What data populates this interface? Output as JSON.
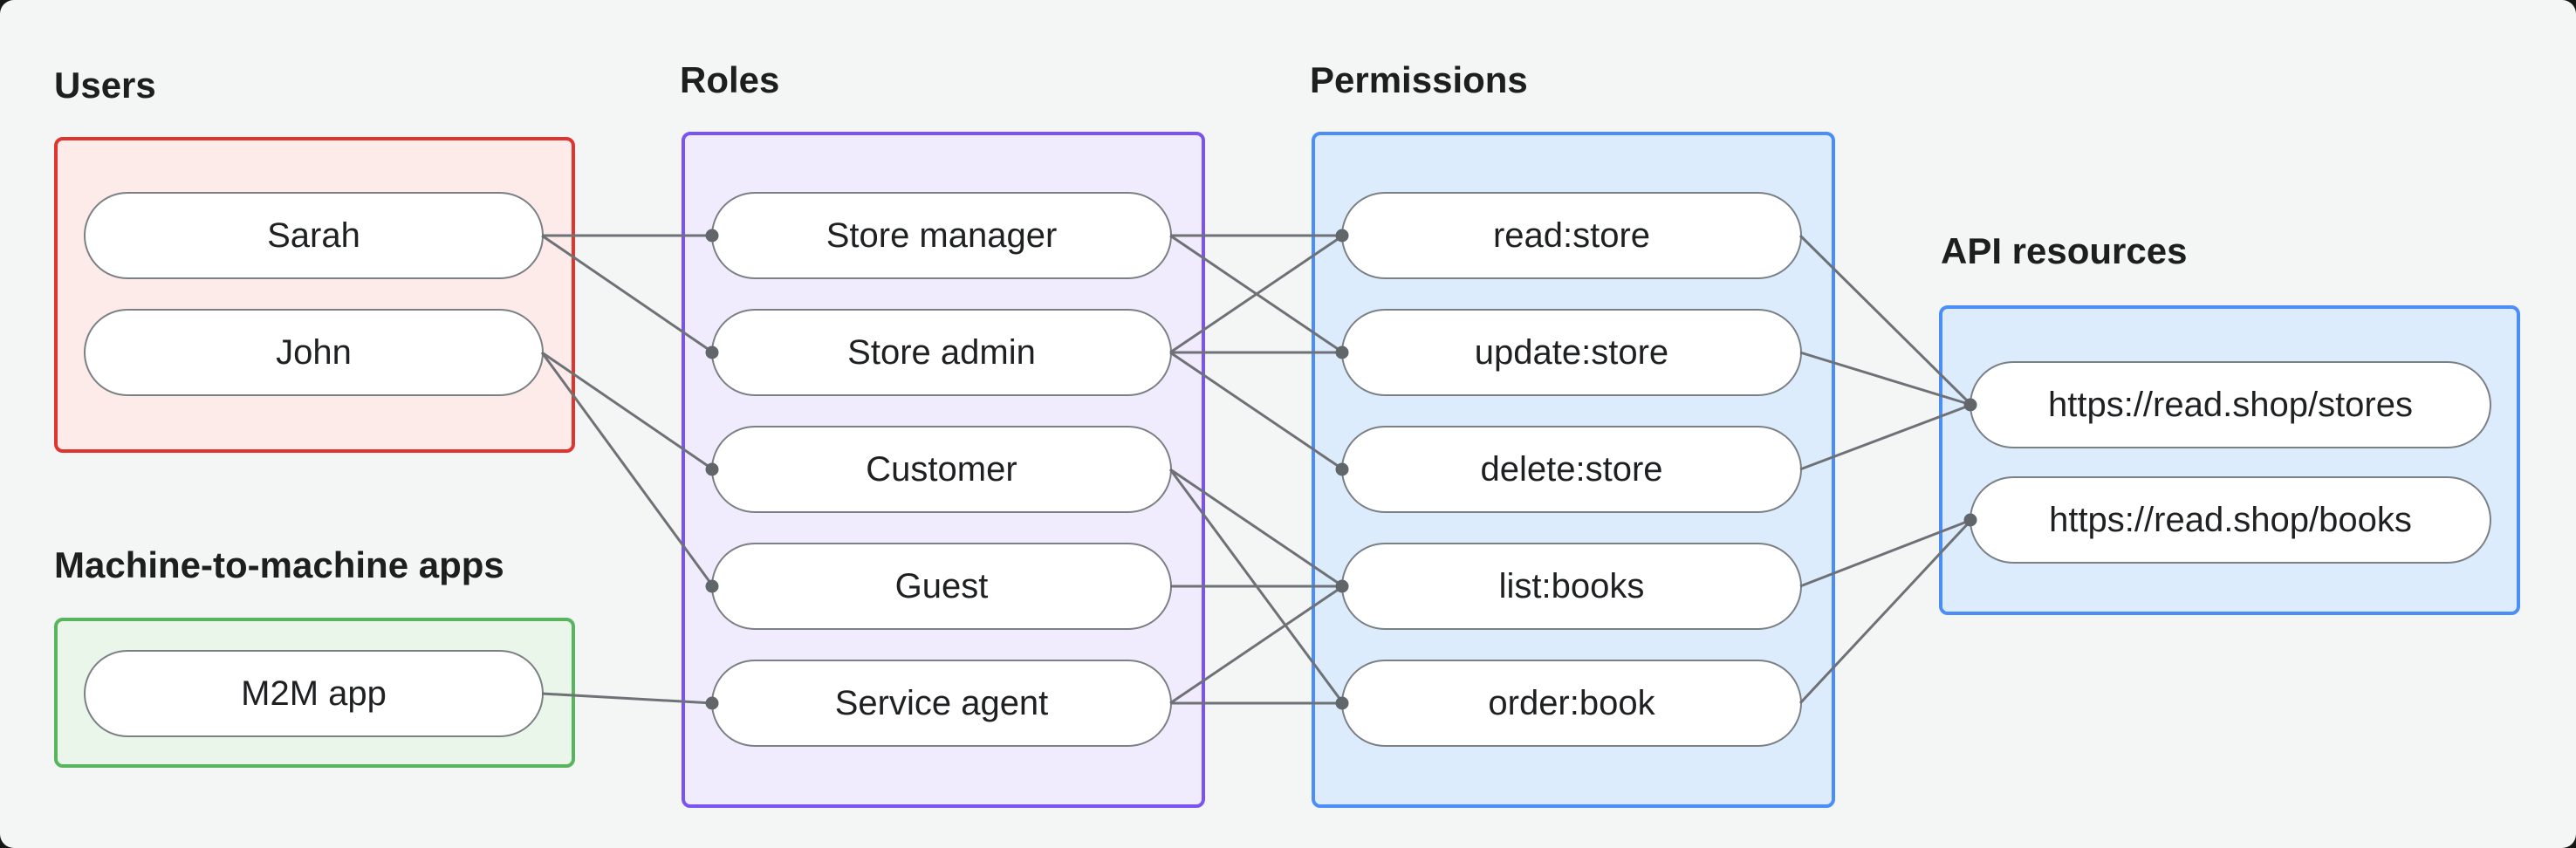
{
  "page": {
    "card_bg": "#f4f6f5",
    "outside_bg": "#141714"
  },
  "colors": {
    "edge": "#6e7277",
    "dot": "#61666b",
    "pill_bg": "#ffffff",
    "pill_border": "#7b8084",
    "pill_text": "#1e2022",
    "label_text": "#1d1f1e"
  },
  "groups": [
    {
      "id": "users",
      "label": "Users",
      "border": "#e0342f",
      "fill": "#fcebe9"
    },
    {
      "id": "m2m",
      "label": "Machine-to-machine apps",
      "border": "#58b55e",
      "fill": "#e9f6e9"
    },
    {
      "id": "roles",
      "label": "Roles",
      "border": "#7b53f4",
      "fill": "#f1ecfd"
    },
    {
      "id": "permissions",
      "label": "Permissions",
      "border": "#4b8ef7",
      "fill": "#dcecfd"
    },
    {
      "id": "api",
      "label": "API resources",
      "border": "#4b8ef7",
      "fill": "#dcecfd"
    }
  ],
  "nodes": [
    {
      "id": "sarah",
      "group": "users",
      "label": "Sarah"
    },
    {
      "id": "john",
      "group": "users",
      "label": "John"
    },
    {
      "id": "m2m-app",
      "group": "m2m",
      "label": "M2M app"
    },
    {
      "id": "store-manager",
      "group": "roles",
      "label": "Store manager"
    },
    {
      "id": "store-admin",
      "group": "roles",
      "label": "Store admin"
    },
    {
      "id": "customer",
      "group": "roles",
      "label": "Customer"
    },
    {
      "id": "guest",
      "group": "roles",
      "label": "Guest"
    },
    {
      "id": "service-agent",
      "group": "roles",
      "label": "Service agent"
    },
    {
      "id": "read-store",
      "group": "permissions",
      "label": "read:store"
    },
    {
      "id": "update-store",
      "group": "permissions",
      "label": "update:store"
    },
    {
      "id": "delete-store",
      "group": "permissions",
      "label": "delete:store"
    },
    {
      "id": "list-books",
      "group": "permissions",
      "label": "list:books"
    },
    {
      "id": "order-book",
      "group": "permissions",
      "label": "order:book"
    },
    {
      "id": "stores-api",
      "group": "api",
      "label": "https://read.shop/stores"
    },
    {
      "id": "books-api",
      "group": "api",
      "label": "https://read.shop/books"
    }
  ],
  "edges": [
    [
      "sarah",
      "store-manager"
    ],
    [
      "sarah",
      "store-admin"
    ],
    [
      "john",
      "customer"
    ],
    [
      "john",
      "guest"
    ],
    [
      "m2m-app",
      "service-agent"
    ],
    [
      "store-manager",
      "read-store"
    ],
    [
      "store-manager",
      "update-store"
    ],
    [
      "store-admin",
      "read-store"
    ],
    [
      "store-admin",
      "update-store"
    ],
    [
      "store-admin",
      "delete-store"
    ],
    [
      "customer",
      "list-books"
    ],
    [
      "customer",
      "order-book"
    ],
    [
      "guest",
      "list-books"
    ],
    [
      "service-agent",
      "list-books"
    ],
    [
      "service-agent",
      "order-book"
    ],
    [
      "read-store",
      "stores-api"
    ],
    [
      "update-store",
      "stores-api"
    ],
    [
      "delete-store",
      "stores-api"
    ],
    [
      "list-books",
      "books-api"
    ],
    [
      "order-book",
      "books-api"
    ]
  ]
}
